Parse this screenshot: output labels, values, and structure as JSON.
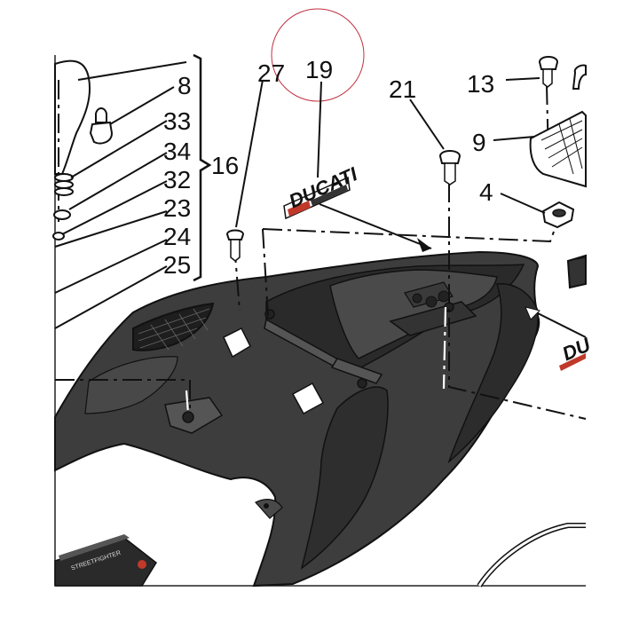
{
  "diagram": {
    "callouts": {
      "c8": "8",
      "c33": "33",
      "c34": "34",
      "c32": "32",
      "c23": "23",
      "c24": "24",
      "c25": "25",
      "c16": "16",
      "c27": "27",
      "c19": "19",
      "c21": "21",
      "c13": "13",
      "c9": "9",
      "c4": "4"
    },
    "decal_text": "DUCATI",
    "decal_text_partial": "DU",
    "manual_cover_text": "STREETFIGHTER",
    "colors": {
      "fairing": "#3d3d3d",
      "fairing_light": "#5a5a5a",
      "fairing_dark": "#252525",
      "decal_red": "#c0392b",
      "trim_circle": "#c03040"
    }
  }
}
